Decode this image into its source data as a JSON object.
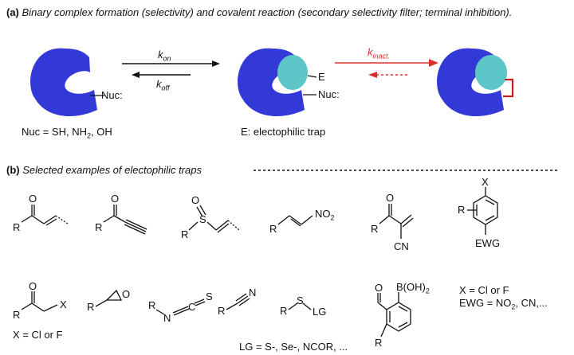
{
  "panel_a": {
    "letter": "(a)",
    "caption": "Binary complex formation (selectivity) and covalent reaction (secondary selectivity filter; terminal inhibition).",
    "nuc_label": "Nuc:",
    "e_label": "E",
    "k_on": "k",
    "k_on_sub": "on",
    "k_off": "k",
    "k_off_sub": "off",
    "k_inact": "k",
    "k_inact_sub": "inact.",
    "nuc_def_prefix": "Nuc = SH, NH",
    "nuc_def_sub": "2",
    "nuc_def_suffix": ", OH",
    "e_def": "E: electophilic trap",
    "colors": {
      "protein": "#3339d6",
      "ligand": "#5cc5c8",
      "red": "#d7302a",
      "link": "#c42020"
    }
  },
  "panel_b": {
    "letter": "(b)",
    "caption": "Selected examples of electophilic traps",
    "labels": {
      "R": "R",
      "O": "O",
      "S": "S",
      "N": "N",
      "X": "X",
      "LG": "LG",
      "CN": "CN",
      "NO2": "NO",
      "NO2_sub": "2",
      "EWG": "EWG",
      "BOH2": "B(OH)",
      "BOH2_sub": "2",
      "C": "C"
    },
    "x_def_1": "X = Cl or F",
    "x_def_2": "X = Cl or F",
    "ewg_def_prefix": "EWG = NO",
    "ewg_def_sub": "2",
    "ewg_def_suffix": ", CN,...",
    "lg_def": "LG = S-, Se-, NCOR, ..."
  }
}
